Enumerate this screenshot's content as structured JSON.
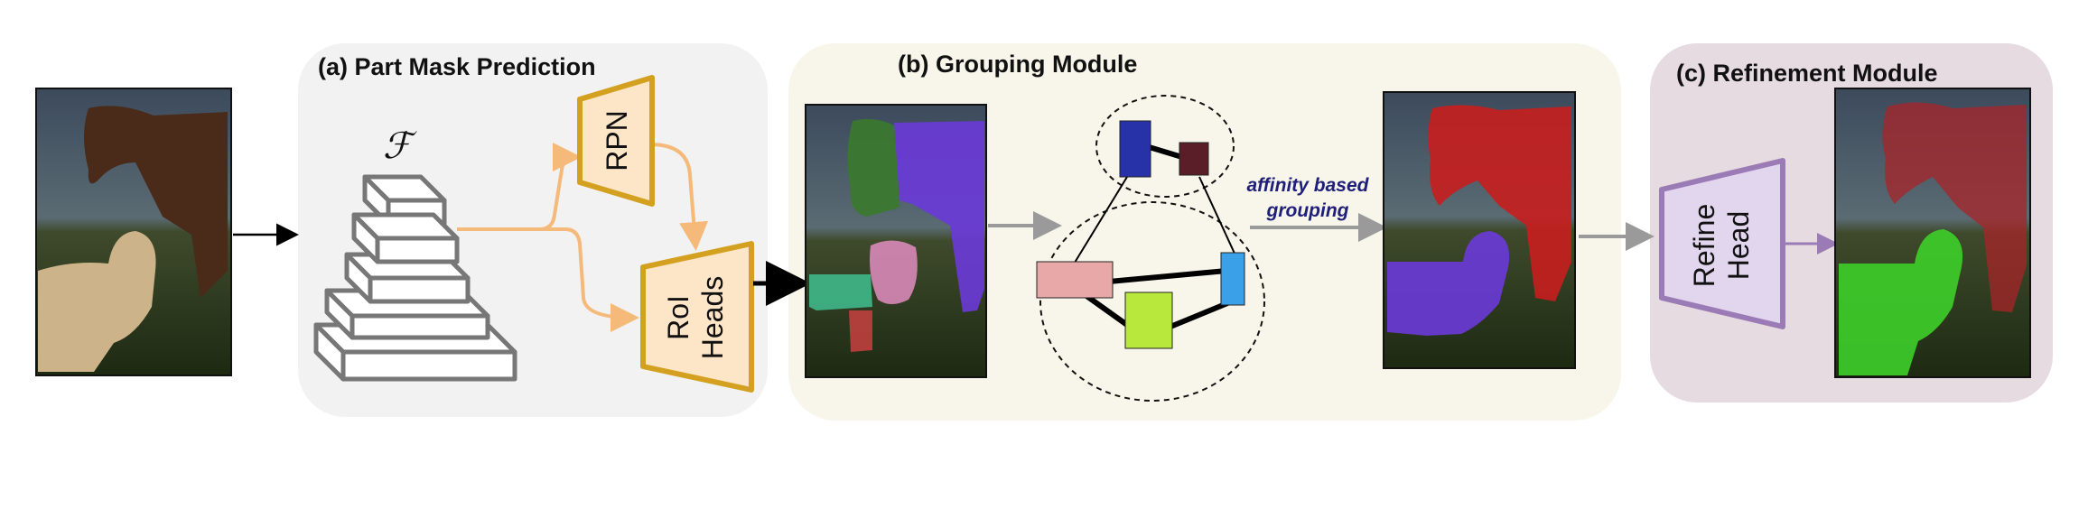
{
  "panels": {
    "part_mask": {
      "title": "(a) Part Mask Prediction"
    },
    "grouping": {
      "title": "(b) Grouping Module"
    },
    "refinement": {
      "title": "(c) Refinement Module"
    }
  },
  "blocks": {
    "feature_symbol": "ℱ",
    "rpn": "RPN",
    "roi_line1": "RoI",
    "roi_line2": "Heads",
    "refine_line1": "Refine",
    "refine_line2": "Head"
  },
  "annotations": {
    "affinity_line1": "affinity based",
    "affinity_line2": "grouping"
  },
  "colors": {
    "panel_a_bg": "#f2f2f2",
    "panel_b_bg": "#f8f6ea",
    "panel_c_bg": "#e6dbe0",
    "orange_stroke": "#d4a020",
    "orange_fill": "#fde5c8",
    "orange_arrow": "#f5b979",
    "purple_stroke": "#9b7bb5",
    "purple_fill": "#e2d6ee",
    "gray_arrow": "#9a9a9a",
    "affinity_text": "#1f1f7a",
    "horse_red": "#c81e1e",
    "dog_purple": "#6a3ad8",
    "dog_green": "#3ecf2a"
  }
}
